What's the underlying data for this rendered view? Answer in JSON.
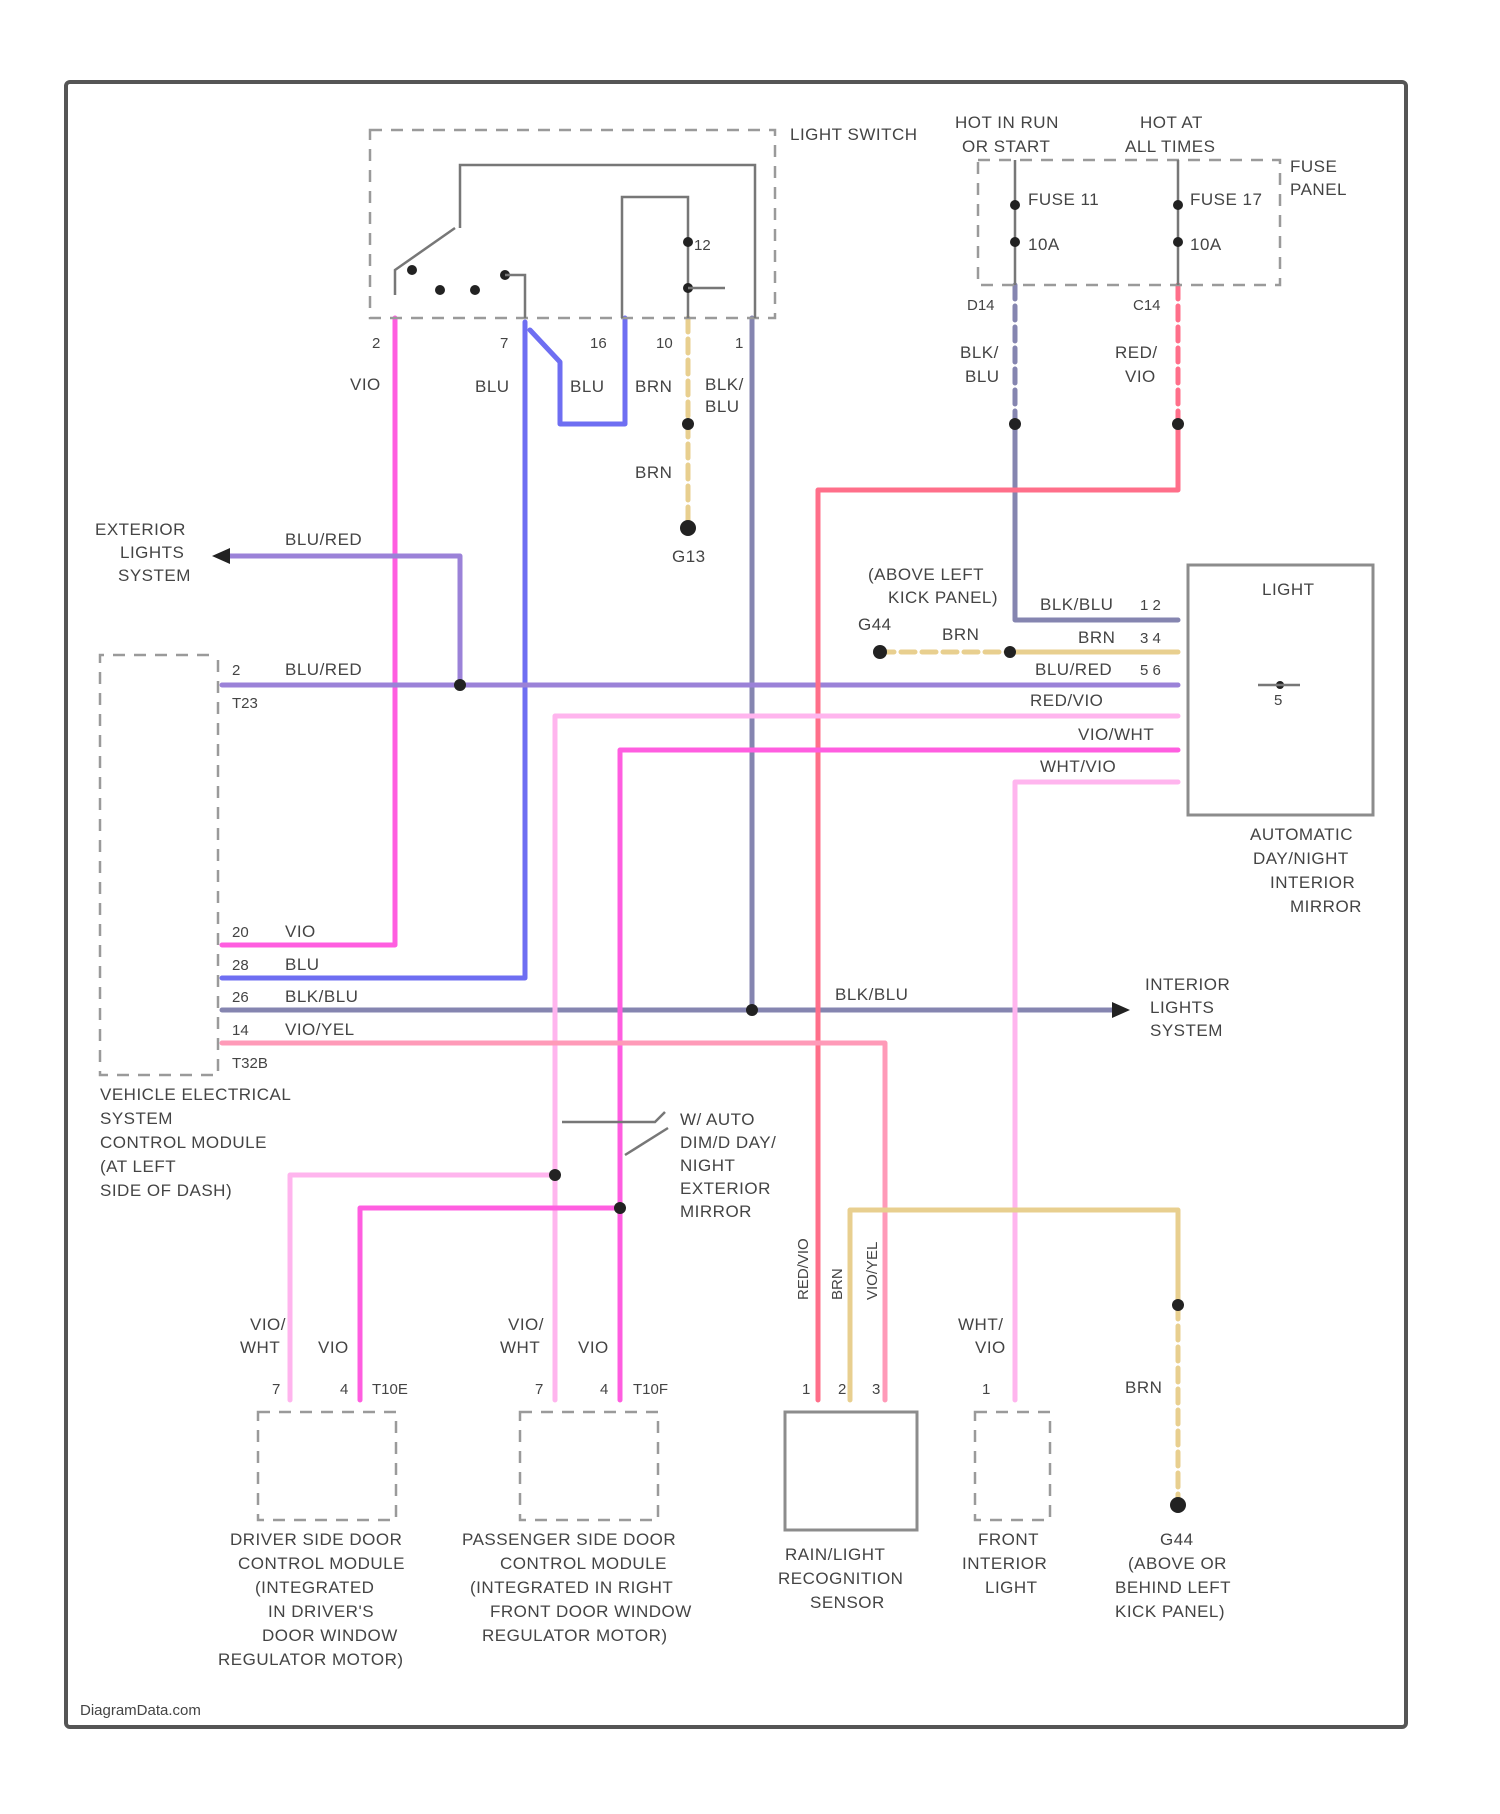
{
  "colors": {
    "violet": "#ff5ee0",
    "blue": "#6e6ef2",
    "blue_red": "#9b82d8",
    "black_blue": "#8585b0",
    "red": "#ff6f8a",
    "red_violet": "#ff62b8",
    "brown": "#e8cf8f",
    "white_violet": "#ffb5ee",
    "violet_white": "#ff8ad8",
    "violet_yellow": "#ff9ab8",
    "frame": "#555555"
  },
  "components": {
    "light_switch": "LIGHT SWITCH",
    "fuse_panel": "FUSE PANEL",
    "fuse_header_left": [
      "HOT IN RUN",
      "OR START"
    ],
    "fuse_header_right": [
      "HOT AT",
      "ALL TIMES"
    ],
    "fuse_left": "FUSE 11",
    "fuse_left_amp": "10A",
    "fuse_right": "FUSE 17",
    "fuse_right_amp": "10A",
    "exterior_lights": [
      "EXTERIOR",
      "LIGHTS",
      "SYSTEM"
    ],
    "interior_lights": [
      "INTERIOR",
      "LIGHTS",
      "SYSTEM"
    ],
    "ground_g13": "G13",
    "ground_kick_upper": [
      "(ABOVE LEFT",
      "KICK PANEL)"
    ],
    "ground_kick_upper_id": "G44",
    "mirror_box_title": "LIGHT",
    "mirror": [
      "AUTOMATIC",
      "DAY/NIGHT",
      "INTERIOR",
      "MIRROR"
    ],
    "vescm": [
      "VEHICLE ELECTRICAL",
      "SYSTEM",
      "CONTROL MODULE",
      "(AT LEFT",
      "SIDE OF DASH)"
    ],
    "ext_mirror": [
      "W/ AUTO",
      "DIM/D DAY/",
      "NIGHT",
      "EXTERIOR",
      "MIRROR"
    ],
    "driver_door": [
      "DRIVER SIDE DOOR",
      "CONTROL MODULE",
      "(INTEGRATED",
      "IN DRIVER'S",
      "DOOR WINDOW",
      "REGULATOR MOTOR)"
    ],
    "passenger_door": [
      "PASSENGER SIDE DOOR",
      "CONTROL MODULE",
      "(INTEGRATED IN RIGHT",
      "FRONT DOOR WINDOW",
      "REGULATOR MOTOR)"
    ],
    "rain_sensor": [
      "RAIN/LIGHT",
      "RECOGNITION",
      "SENSOR"
    ],
    "front_light": [
      "FRONT",
      "INTERIOR",
      "LIGHT"
    ],
    "ground_bottom": [
      "G44",
      "(ABOVE OR",
      "BEHIND LEFT",
      "KICK PANEL)"
    ],
    "watermark": "DiagramData.com"
  },
  "pins": {
    "switch": [
      "2",
      "7",
      "16",
      "10",
      "1"
    ],
    "fuse_left_conn": "D14",
    "fuse_right_conn": "C14",
    "vescm_top": [
      "2",
      "T23"
    ],
    "vescm_side": [
      "20",
      "28",
      "26",
      "14"
    ],
    "vescm_conn": "T32B",
    "mirror": [
      "1 2",
      "3 4",
      "5 6"
    ],
    "driver": [
      "7",
      "4",
      "T10E"
    ],
    "passenger": [
      "7",
      "4",
      "T10F"
    ],
    "rain": [
      "1",
      "2",
      "3"
    ],
    "front_light": "1"
  },
  "wires": {
    "vio": "VIO",
    "blu": "BLU",
    "brn": "BRN",
    "blk_blu": [
      "BLK/",
      "BLU"
    ],
    "blk_blu_one": "BLK/BLU",
    "red_vio": [
      "RED/",
      "VIO"
    ],
    "blu_red": "BLU/RED",
    "red_vio_one": "RED/VIO",
    "vio_wht": "VIO/WHT",
    "wht_vio": "WHT/VIO",
    "vio_yel": "VIO/YEL",
    "vio_wht_stack": [
      "VIO/",
      "WHT"
    ],
    "wht_vio_stack": [
      "WHT/",
      "VIO"
    ],
    "rain_wires": [
      "RED/VIO",
      "BRN",
      "VIO/YEL"
    ]
  }
}
